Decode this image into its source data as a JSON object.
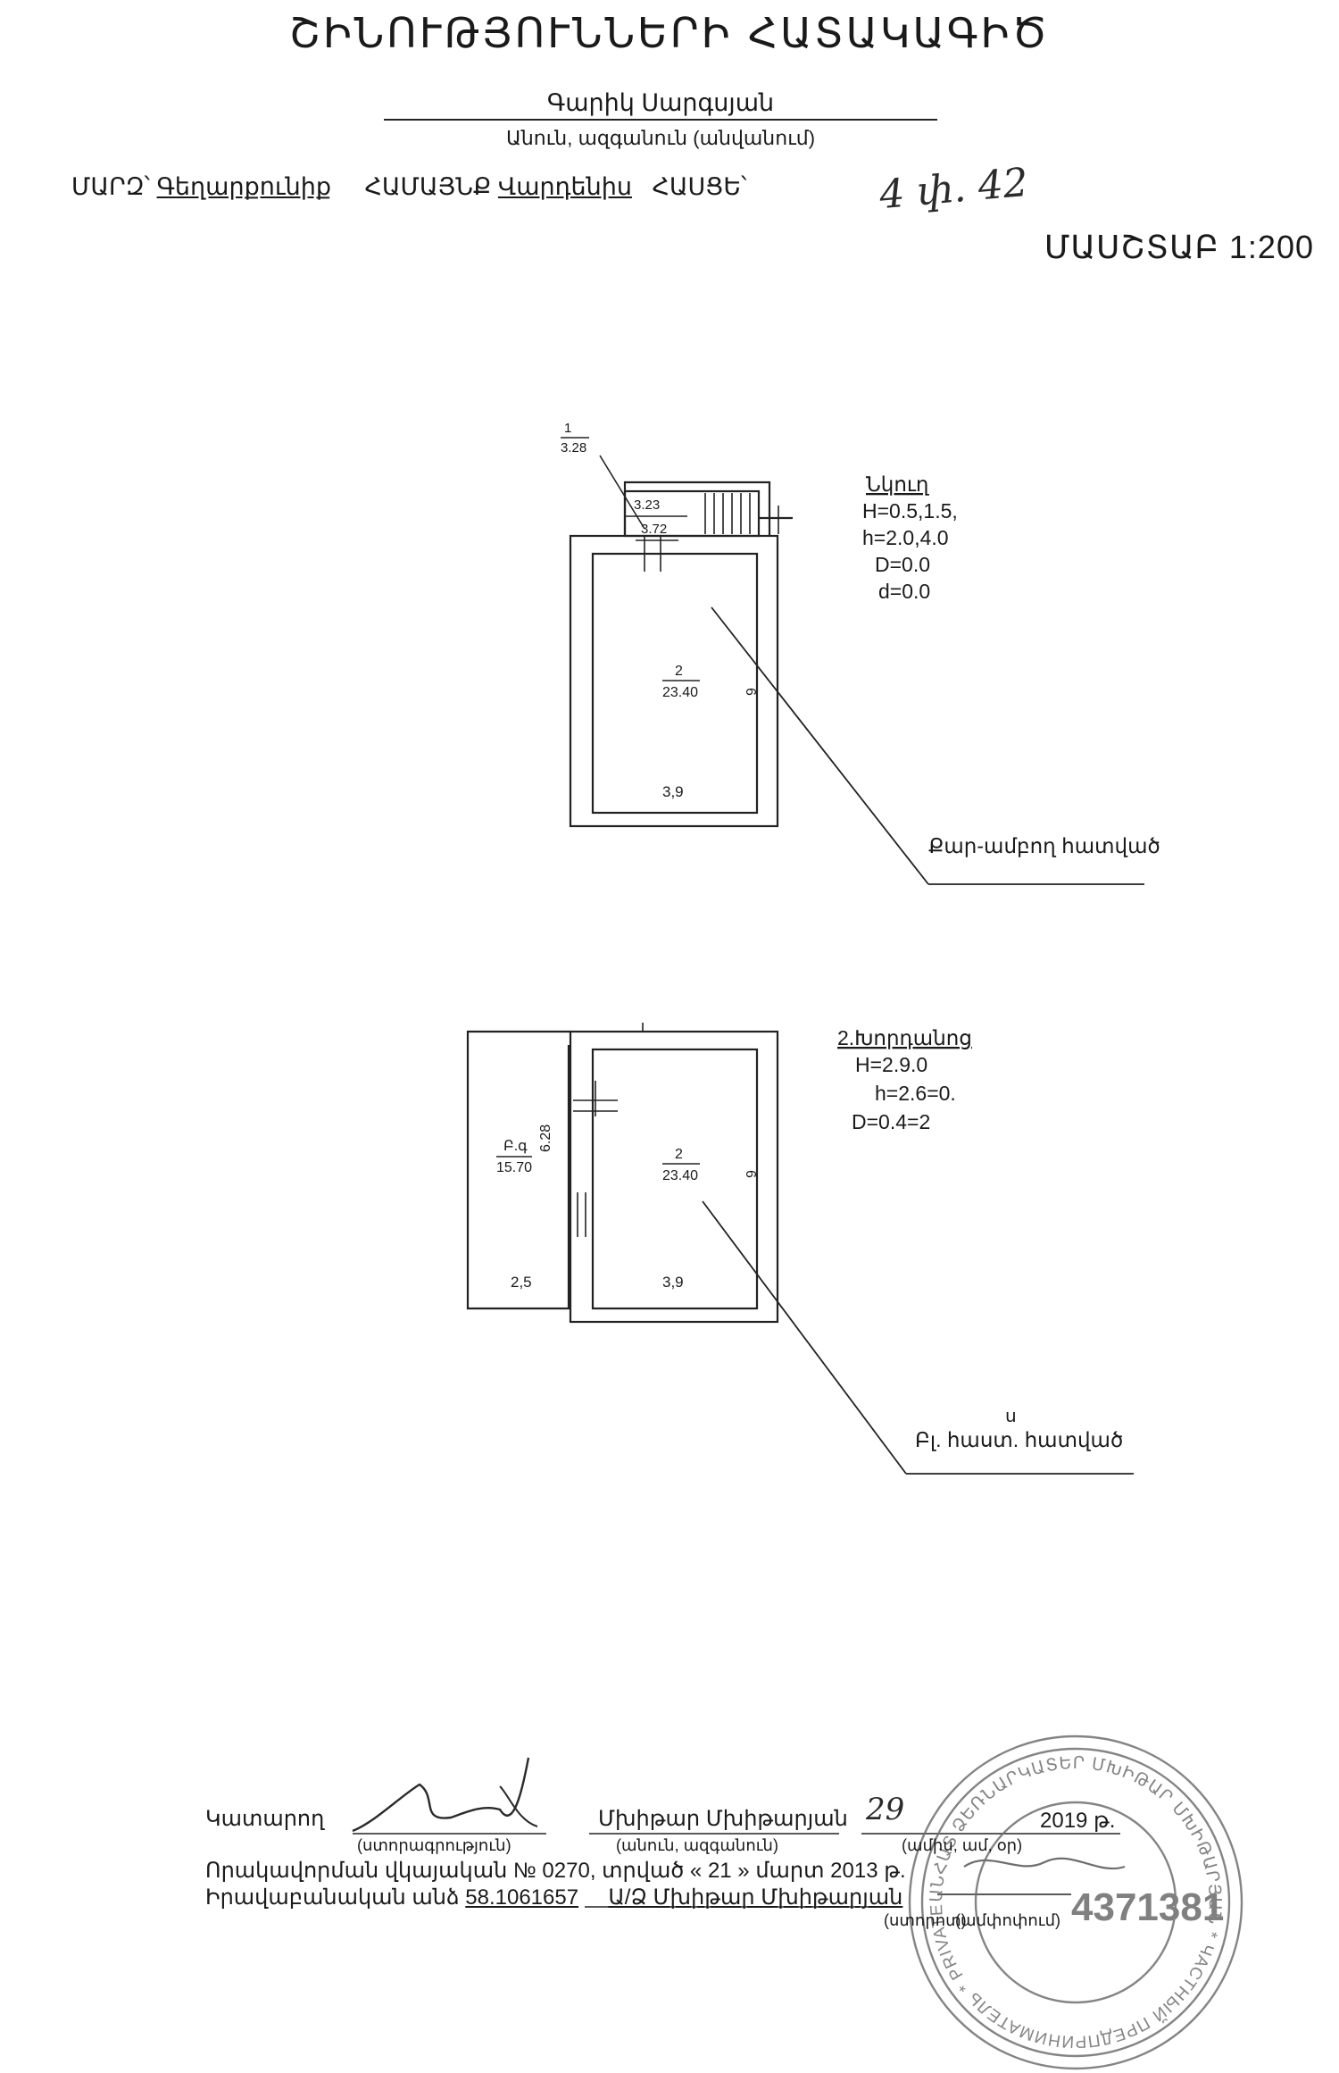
{
  "title": "ՇԻՆՈՒԹՅՈՒՆՆԵՐԻ ՀԱՏԱԿԱԳԻԾ",
  "owner": {
    "name": "Գարիկ Սարգսյան",
    "caption": "Անուն, ազգանուն (անվանում)"
  },
  "address": {
    "region_label": "ՄԱՐԶ՝",
    "region": "Գեղարքունիք",
    "community_label": "ՀԱՄԱՅՆՔ",
    "community": "Վարդենիս",
    "address_label": "ՀԱՍՑԵ՝",
    "handwritten": "4 փ. 42"
  },
  "scale": "ՄԱՍՇՏԱԲ 1:200",
  "plan_top": {
    "stair_number": "1",
    "stair_area": "3.28",
    "stair_dim_1": "3.23",
    "stair_dim_2": "3.72",
    "room_number": "2",
    "room_area": "23.40",
    "side_dim": "6",
    "bottom_dim": "3,9",
    "spec_title": "Նկուղ",
    "spec_lines": [
      "H=0.5,1.5,",
      "h=2.0,4.0",
      "D=0.0",
      "d=0.0"
    ],
    "material_label": "Քար-ամբող հատված"
  },
  "plan_bottom": {
    "side_room_label": "Բ.գ",
    "side_room_area": "15.70",
    "side_dim": "6.28",
    "room_number": "2",
    "room_area": "23.40",
    "right_dim": "6",
    "bottom_dim_left": "2,5",
    "bottom_dim_right": "3,9",
    "spec_title": "2.Խորդանոց",
    "spec_lines": [
      "H=2.9.0",
      "h=2.6=0.",
      "D=0.4=2"
    ],
    "material_top": "ս",
    "material_label": "Բլ. հաստ. հատված"
  },
  "footer": {
    "performer_label": "Կատարող",
    "signature_caption": "(ստորագրություն)",
    "performer_name": "Մխիթար Մխիթարյան",
    "name_caption": "(անուն, ազգանուն)",
    "date_day": "29",
    "date_year": "2019 թ.",
    "date_caption": "(ամիս, ամ, օր)",
    "license": "Որակավորման վկայական № 0270, տրված « 21 » մարտ 2013 թ.",
    "legal_label": "Իրավաբանական անձ",
    "legal_code": "58.1061657",
    "legal_name": "Ա/Ձ Մխիթար Մխիթարյան",
    "stamp_caption_1": "(ստորոտ)",
    "stamp_caption_2": "(ամփոփում)"
  },
  "stamp": {
    "number": "4371381",
    "ring_text": "ԱՆՀԱՏ ՁԵՌՆԱՐԿԱՏԵՐ ՄԽԻԹԱՐ ՄԽԻԹԱՐՅԱՆ * ЧАСТНЫЙ ПРЕДПРИНИМАТЕЛЬ * PRIVATE ENTREPRENEUR MKHITAR MKHITARYAN * ՀՀ ՄԱՐԶ ԱՐԱՐԱՏ"
  }
}
